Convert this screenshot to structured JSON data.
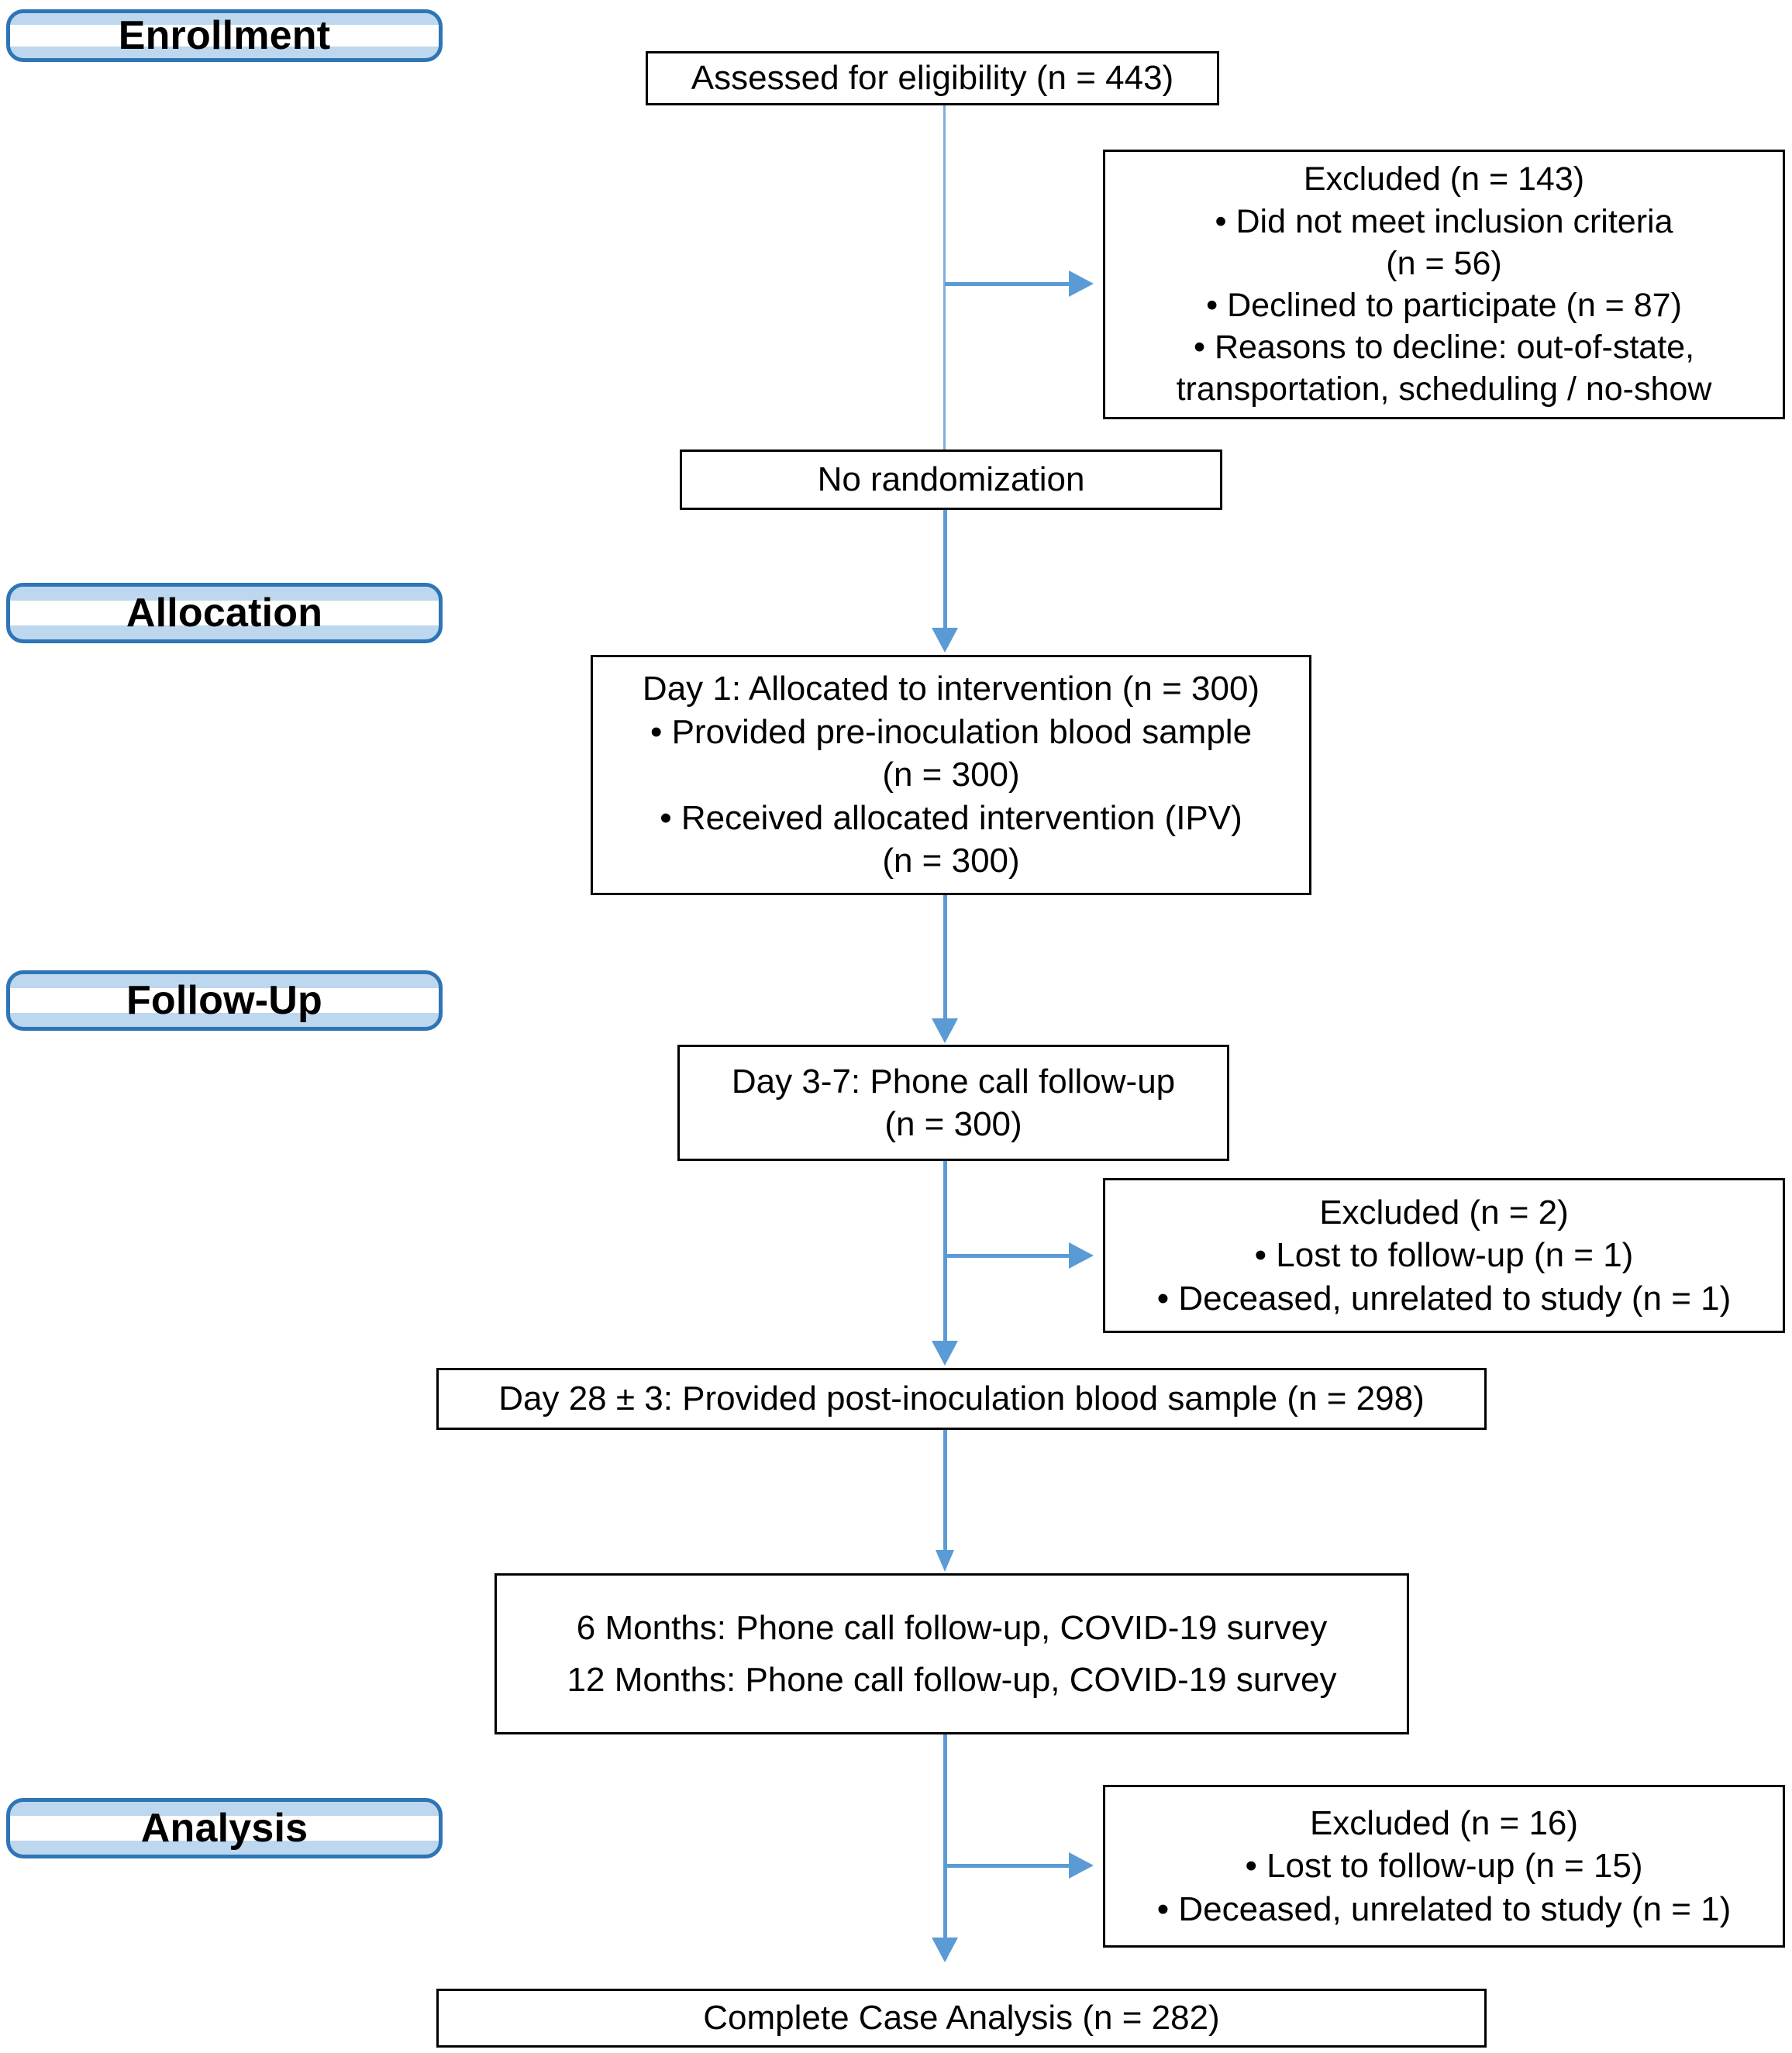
{
  "diagram": {
    "title": "CONSORT participant flow diagram",
    "colors": {
      "arrow_blue": "#5B9BD5",
      "label_border_blue": "#2E75B6",
      "label_fill_light_blue": "#BDD7EE",
      "box_border": "#000000",
      "text": "#000000",
      "background": "#FFFFFF"
    }
  },
  "stages": [
    {
      "id": "enrollment",
      "label": "Enrollment"
    },
    {
      "id": "allocation",
      "label": "Allocation"
    },
    {
      "id": "followup",
      "label": "Follow-Up"
    },
    {
      "id": "analysis",
      "label": "Analysis"
    }
  ],
  "nodes": {
    "assessed": {
      "lines": [
        "Assessed for eligibility (n = 443)"
      ]
    },
    "excluded_enrollment": {
      "lines": [
        "Excluded (n = 143)",
        "• Did not meet inclusion criteria",
        "(n = 56)",
        "• Declined to participate (n = 87)",
        "• Reasons to decline: out-of-state,",
        "transportation, scheduling / no-show"
      ]
    },
    "no_randomization": {
      "lines": [
        "No randomization"
      ]
    },
    "allocated": {
      "lines": [
        "Day 1: Allocated to intervention (n = 300)",
        "• Provided pre-inoculation blood sample",
        "(n = 300)",
        "• Received allocated intervention (IPV)",
        "(n = 300)"
      ]
    },
    "day3_7": {
      "lines": [
        "Day 3-7: Phone call follow-up",
        "(n = 300)"
      ]
    },
    "excluded_followup": {
      "lines": [
        "Excluded (n = 2)",
        "• Lost to follow-up (n = 1)",
        "• Deceased, unrelated to study (n = 1)"
      ]
    },
    "day28": {
      "lines": [
        "Day 28 ± 3: Provided post-inoculation blood sample (n = 298)"
      ]
    },
    "months": {
      "lines": [
        "6 Months: Phone call follow-up, COVID-19 survey",
        "12 Months: Phone call follow-up, COVID-19 survey"
      ]
    },
    "excluded_analysis": {
      "lines": [
        "Excluded (n = 16)",
        "• Lost to follow-up (n = 15)",
        "• Deceased, unrelated to study (n = 1)"
      ]
    },
    "complete_case": {
      "lines": [
        "Complete Case Analysis (n = 282)"
      ]
    }
  },
  "connectors": [
    {
      "id": "assessed-to-no-randomization",
      "type": "vertical-line"
    },
    {
      "id": "branch-to-excluded-enrollment",
      "type": "horizontal-arrow"
    },
    {
      "id": "no-randomization-to-allocated",
      "type": "vertical-arrow"
    },
    {
      "id": "allocated-to-day3-7",
      "type": "vertical-arrow"
    },
    {
      "id": "day3-7-to-day28",
      "type": "vertical-arrow"
    },
    {
      "id": "branch-to-excluded-followup",
      "type": "horizontal-arrow"
    },
    {
      "id": "day28-to-months",
      "type": "vertical-arrow"
    },
    {
      "id": "months-to-complete-case",
      "type": "vertical-arrow"
    },
    {
      "id": "branch-to-excluded-analysis",
      "type": "horizontal-arrow"
    }
  ]
}
